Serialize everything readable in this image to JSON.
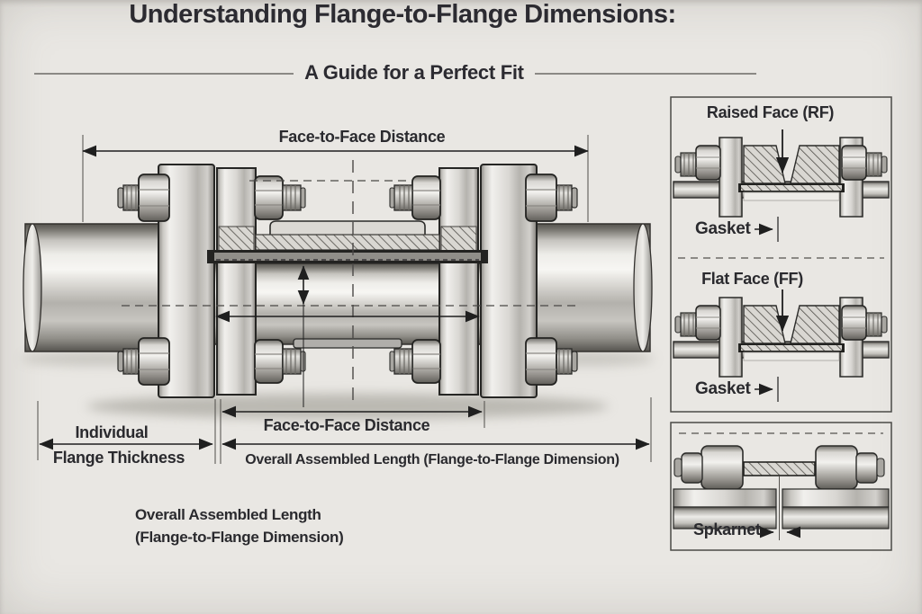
{
  "header": {
    "title": "Understanding Flange-to-Flange Dimensions:",
    "subtitle": "A Guide for a Perfect Fit"
  },
  "main_diagram": {
    "top_dimension_label": "Face-to-Face Distance",
    "lower_dimension_label": "Face-to-Face Distance",
    "thickness_label_line1": "Individual",
    "thickness_label_line2": "Flange Thickness",
    "overall_dimension_label": "Overall Assembled Length (Flange-to-Flange Dimension)",
    "caption_line1": "Overall Assembled Length",
    "caption_line2": "(Flange-to-Flange Dimension)"
  },
  "side_panels": {
    "raised_face": {
      "title": "Raised Face (RF)",
      "callout": "Gasket"
    },
    "flat_face": {
      "title": "Flat Face (FF)",
      "callout": "Gasket"
    },
    "gap_detail": {
      "callout": "Spkarnet"
    }
  },
  "colors": {
    "background": "#e9e7e3",
    "ink": "#2a2a2e",
    "dimension_line": "#1f1f1f",
    "panel_border": "#4a4a46",
    "metal_light": "#f2f1ee",
    "metal_dark": "#56544f",
    "gasket_dark": "#232321"
  }
}
